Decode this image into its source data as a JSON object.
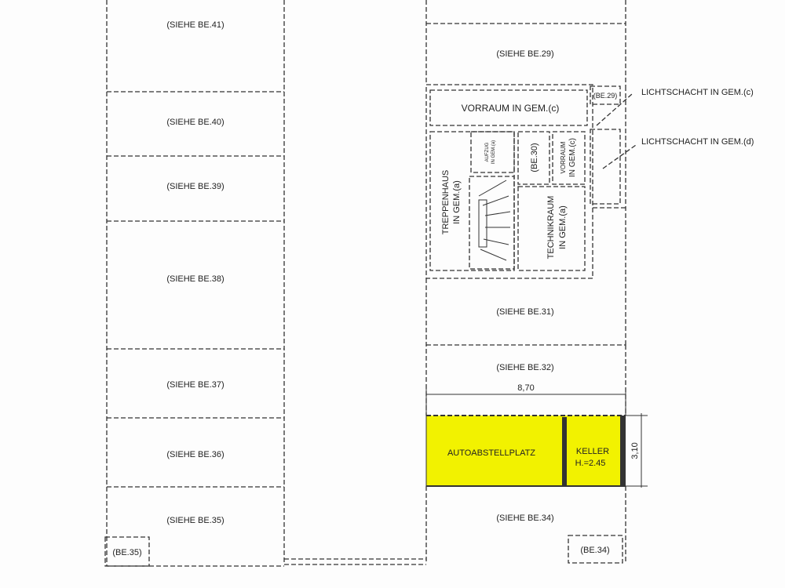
{
  "colors": {
    "highlight": "#f2f200",
    "line": "#333333"
  },
  "left_units": [
    "(SIEHE BE.41)",
    "(SIEHE BE.40)",
    "(SIEHE BE.39)",
    "(SIEHE BE.38)",
    "(SIEHE BE.37)",
    "(SIEHE BE.36)",
    "(SIEHE BE.35)"
  ],
  "left_tag": "(BE.35)",
  "right_units": {
    "be29": "(SIEHE BE.29)",
    "be31": "(SIEHE BE.31)",
    "be32": "(SIEHE BE.32)",
    "be34": "(SIEHE BE.34)"
  },
  "tags": {
    "be29": "(BE.29)",
    "be30": "(BE.30)",
    "be34": "(BE.34)"
  },
  "rooms": {
    "vorraum_top": "VORRAUM IN GEM.(c)",
    "aufzug_1": "AUFZUG",
    "aufzug_2": "IN GEM.(a)",
    "treppenhaus_1": "TREPPENHAUS",
    "treppenhaus_2": "IN GEM.(a)",
    "vorraum_side_1": "VORRAUM",
    "vorraum_side_2": "IN GEM.(c)",
    "technikraum_1": "TECHNIKRAUM",
    "technikraum_2": "IN GEM.(a)"
  },
  "lichtschacht": [
    "LICHTSCHACHT IN GEM.(c)",
    "LICHTSCHACHT IN GEM.(d)"
  ],
  "highlighted": {
    "autoabstellplatz": "AUTOABSTELLPLATZ",
    "keller": "KELLER",
    "keller_height": "H.=2.45"
  },
  "dimensions": {
    "width": "8,70",
    "depth": "3,10"
  }
}
